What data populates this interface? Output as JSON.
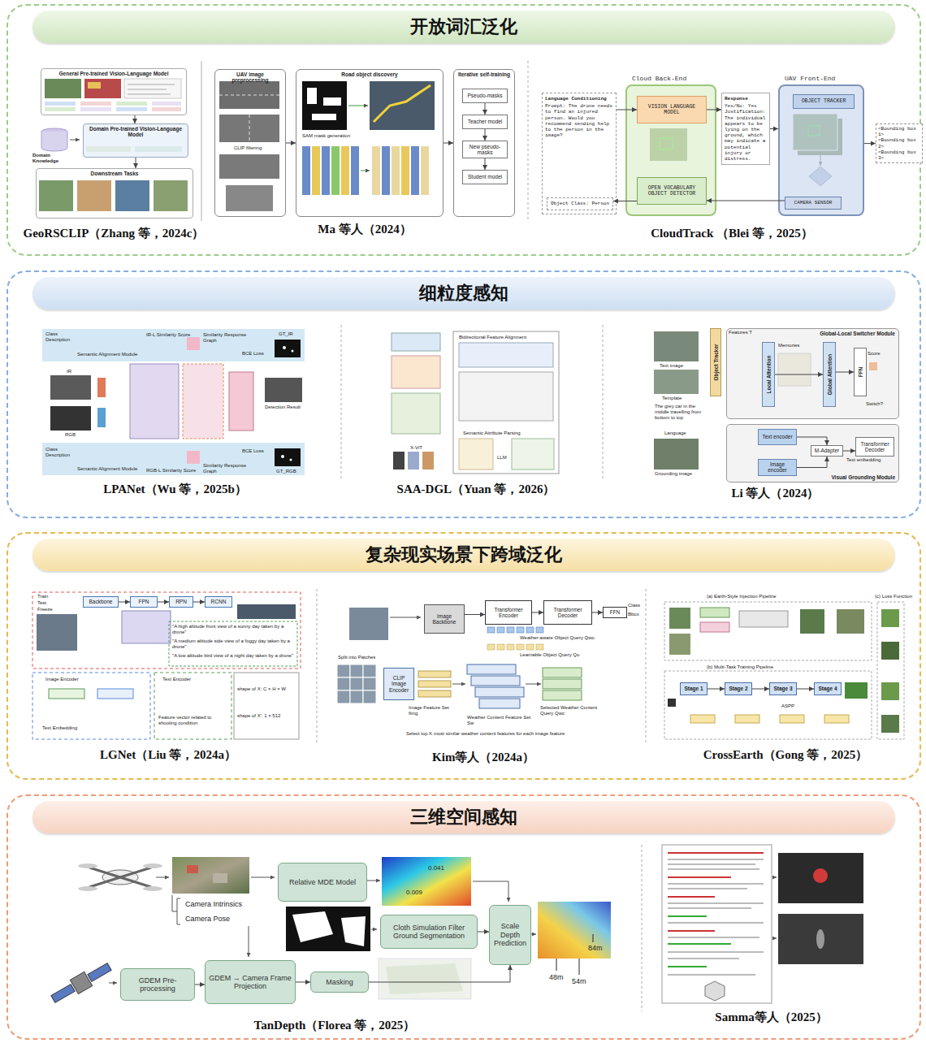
{
  "diagram": {
    "nodes": [
      {
        "text": [
          "开放词汇泛化"
        ]
      },
      {
        "text": [
          "GeoRSCLIP（Zhang 等，2024c）"
        ],
        "in": 0
      },
      {
        "text": [
          "General Pre-trained Vision-Language Model"
        ],
        "in": 1
      },
      {
        "text": [
          "Domain Pre-trained Vision-Language Model"
        ],
        "in": 1
      },
      {
        "text": [
          "Downstream Tasks"
        ],
        "in": 1
      },
      {
        "text": [
          "Ma 等人（2024）"
        ],
        "in": 0
      },
      {
        "text": [
          "UAV image preprocessing"
        ],
        "in": 5
      },
      {
        "text": [
          "Road object discovery"
        ],
        "in": 5
      },
      {
        "text": [
          "Iterative self-training"
        ],
        "in": 5
      },
      {
        "text": [
          "Pseudo-masks"
        ],
        "in": 8
      },
      {
        "text": [
          "Teacher model"
        ],
        "in": 8
      },
      {
        "text": [
          "New pseudo-masks"
        ],
        "in": 8
      },
      {
        "text": [
          "Student model"
        ],
        "in": 8
      },
      {
        "text": [
          "CloudTrack （Blei 等，2025）"
        ],
        "in": 0
      },
      {
        "text": [
          "Language Conditioning",
          "Prompt: The drone needs to find an injured person. Would you recommend sending help to the person in the image?"
        ],
        "in": 13
      },
      {
        "text": [
          "Object Class: Person"
        ],
        "in": 14
      },
      {
        "text": [
          "Cloud Back-End"
        ],
        "in": 13
      },
      {
        "text": [
          "VISION LANGUAGE MODEL"
        ],
        "in": 16
      },
      {
        "text": [
          "OPEN VOCABULARY OBJECT DETECTOR"
        ],
        "in": 16
      },
      {
        "text": [
          "Response",
          "Yes/No: Yes",
          "Justification: The individual appears to be lying on the ground, which may indicate a potential injury or distress."
        ],
        "in": 13
      },
      {
        "text": [
          "UAV Front-End"
        ],
        "in": 13
      },
      {
        "text": [
          "OBJECT TRACKER"
        ],
        "in": 20
      },
      {
        "text": [
          "CAMERA SENSOR"
        ],
        "in": 20
      },
      {
        "text": [
          "<Bounding box 1>",
          "<Bounding box 2>",
          "<Bounding box 3>"
        ],
        "in": 13
      },
      {
        "text": [
          "细粒度感知"
        ]
      },
      {
        "text": [
          "LPANet（Wu 等，2025b）"
        ],
        "in": 24
      },
      {
        "text": [
          "SAA-DGL（Yuan 等，2026）"
        ],
        "in": 24
      },
      {
        "text": [
          "Li 等人（2024）"
        ],
        "in": 24
      },
      {
        "text": [
          "Object Tracker"
        ],
        "in": 27
      },
      {
        "text": [
          "Global-Local Switcher Module"
        ],
        "in": 27
      },
      {
        "text": [
          "Local Attention"
        ],
        "in": 29
      },
      {
        "text": [
          "Global Attention"
        ],
        "in": 29
      },
      {
        "text": [
          "FFN"
        ],
        "in": 29
      },
      {
        "text": [
          "Visual Grounding Module"
        ],
        "in": 27
      },
      {
        "text": [
          "Text encoder"
        ],
        "in": 33
      },
      {
        "text": [
          "Image encoder"
        ],
        "in": 33
      },
      {
        "text": [
          "M-Adapter"
        ],
        "in": 33
      },
      {
        "text": [
          "Transformer Decoder"
        ],
        "in": 33
      },
      {
        "text": [
          "复杂现实场景下跨域泛化"
        ]
      },
      {
        "text": [
          "LGNet（Liu 等，2024a）"
        ],
        "in": 38
      },
      {
        "text": [
          "Backbone"
        ],
        "in": 39
      },
      {
        "text": [
          "FPN"
        ],
        "in": 39
      },
      {
        "text": [
          "RPN"
        ],
        "in": 39
      },
      {
        "text": [
          "RCNN"
        ],
        "in": 39
      },
      {
        "text": [
          "Kim等人（2024a）"
        ],
        "in": 38
      },
      {
        "text": [
          "Image Backbone"
        ],
        "in": 44
      },
      {
        "text": [
          "Transformer Encoder"
        ],
        "in": 44
      },
      {
        "text": [
          "Transformer Decoder"
        ],
        "in": 44
      },
      {
        "text": [
          "FFN"
        ],
        "in": 44
      },
      {
        "text": [
          "CLIP Image Encoder"
        ],
        "in": 44
      },
      {
        "text": [
          "CrossEarth（Gong 等，2025）"
        ],
        "in": 38
      },
      {
        "text": [
          "Stage 1"
        ],
        "in": 50
      },
      {
        "text": [
          "Stage 2"
        ],
        "in": 50
      },
      {
        "text": [
          "Stage 3"
        ],
        "in": 50
      },
      {
        "text": [
          "Stage 4"
        ],
        "in": 50
      },
      {
        "text": [
          "三维空间感知"
        ]
      },
      {
        "text": [
          "TanDepth（Florea 等，2025）"
        ],
        "in": 55
      },
      {
        "text": [
          "Relative MDE Model"
        ],
        "in": 56
      },
      {
        "text": [
          "Cloth Simulation Filter Ground Segmentation"
        ],
        "in": 56
      },
      {
        "text": [
          "Scale Depth Prediction"
        ],
        "in": 56
      },
      {
        "text": [
          "GDEM Pre-processing"
        ],
        "in": 56
      },
      {
        "text": [
          "GDEM → Camera Frame Projection"
        ],
        "in": 56
      },
      {
        "text": [
          "Masking"
        ],
        "in": 56
      },
      {
        "text": [
          "Samma等人（2025）"
        ],
        "in": 55
      }
    ],
    "edges": [
      {
        "from": 2,
        "to": 3,
        "arrow": "to"
      },
      {
        "from": 3,
        "to": 4,
        "arrow": "to"
      },
      {
        "from": 6,
        "to": 7,
        "arrow": "to"
      },
      {
        "from": 7,
        "to": 8,
        "arrow": "to"
      },
      {
        "from": 9,
        "to": 10,
        "arrow": "to"
      },
      {
        "from": 10,
        "to": 11,
        "arrow": "to"
      },
      {
        "from": 11,
        "to": 12,
        "arrow": "to"
      },
      {
        "from": 14,
        "to": 17,
        "arrow": "to"
      },
      {
        "from": 17,
        "to": 19,
        "arrow": "to"
      },
      {
        "from": 19,
        "to": 20,
        "arrow": "to"
      },
      {
        "from": 18,
        "to": 15,
        "arrow": "to"
      },
      {
        "from": 22,
        "to": 18,
        "arrow": "to"
      },
      {
        "from": 20,
        "to": 23,
        "arrow": "to"
      },
      {
        "from": 30,
        "to": 31,
        "arrow": "to"
      },
      {
        "from": 31,
        "to": 32,
        "arrow": "to"
      },
      {
        "from": 34,
        "to": 36,
        "arrow": "to"
      },
      {
        "from": 35,
        "to": 36,
        "arrow": "to"
      },
      {
        "from": 36,
        "to": 37,
        "arrow": "to"
      },
      {
        "from": 40,
        "to": 41,
        "arrow": "to"
      },
      {
        "from": 41,
        "to": 42,
        "arrow": "to"
      },
      {
        "from": 42,
        "to": 43,
        "arrow": "to"
      },
      {
        "from": 45,
        "to": 46,
        "arrow": "to"
      },
      {
        "from": 46,
        "to": 47,
        "arrow": "to"
      },
      {
        "from": 47,
        "to": 48,
        "arrow": "to"
      },
      {
        "from": 51,
        "to": 52,
        "arrow": "to"
      },
      {
        "from": 52,
        "to": 53,
        "arrow": "to"
      },
      {
        "from": 53,
        "to": 54,
        "arrow": "to"
      },
      {
        "from": 60,
        "to": 61,
        "arrow": "to"
      },
      {
        "from": 61,
        "to": 62,
        "arrow": "to"
      },
      {
        "from": 58,
        "to": 59,
        "arrow": "to"
      },
      {
        "from": 62,
        "to": 59,
        "arrow": "to"
      }
    ],
    "labels": [
      "Domain Knowledge",
      "CLIP filtering",
      "SAM mask generation",
      "Class Description",
      "Semantic Alignment Module",
      "IR-L Similarity Score",
      "Similarity Response Graph",
      "GT_IR",
      "BCE Loss",
      "IR",
      "RGB",
      "Detection Result",
      "Class Description",
      "Semantic Alignment Module",
      "RGB-L Similarity Score",
      "Similarity Response Graph",
      "BCE Loss",
      "GT_RGB",
      "Bidirectional Feature Alignment",
      "Semantic Attribute Parsing",
      "X-ViT",
      "LLM",
      "Text image",
      "Template",
      "The grey car in the middle travelling from bottom to top",
      "Language",
      "Grounding image",
      "Features T",
      "Memories",
      "Score",
      "Switch?",
      "Text embedding",
      "Train",
      "Test",
      "Freeze",
      "\"A high altitude front view of a sunny day taken by a drone\"",
      "\"A medium altitude side view of a foggy day taken by a drone\"",
      "\"A low altitude bird view of a night day taken by a drone\"",
      "Image Encoder",
      "Text Encoder",
      "Text Embedding",
      "Feature vector related to shooting condition",
      "shape of X: C × H × W",
      "shape of X': 1 × 512",
      "Split into Patches",
      "Class",
      "Bbox",
      "Weather-aware Object Query Qwo",
      "Learnable Object Query Qo",
      "Image Feature Set fimg",
      "Weather Content Feature Set Sw",
      "Selected Weather Content Query Qwc",
      "Select top K most similar weather content features for each image feature",
      "(a) Earth-Style Injection Pipeline",
      "(b) Multi-Task Training Pipeline",
      "(c) Loss Function",
      "ASPP",
      "Camera Intrinsics",
      "Camera Pose",
      "0.041",
      "0.009",
      "84m",
      "48m",
      "54m"
    ]
  }
}
